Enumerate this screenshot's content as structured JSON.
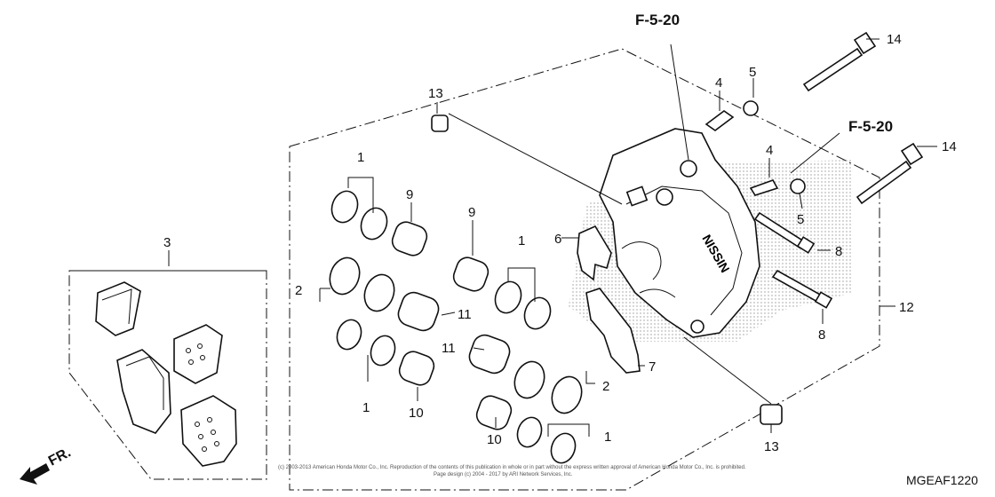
{
  "diagram": {
    "references": [
      "F-5-20",
      "F-5-20"
    ],
    "callouts": [
      "14",
      "14",
      "13",
      "13",
      "4",
      "4",
      "5",
      "5",
      "1",
      "1",
      "1",
      "1",
      "9",
      "9",
      "3",
      "2",
      "2",
      "11",
      "11",
      "10",
      "10",
      "6",
      "8",
      "8",
      "7",
      "12"
    ],
    "direction_label": "FR.",
    "diagram_code": "MGEAF1220",
    "copyright_line_1": "(c) 2003-2013 American Honda Motor Co., Inc. Reproduction of the contents of this publication in whole or in part without the express written approval of American Honda Motor Co., Inc. is prohibited.",
    "copyright_line_2": "Page design (c) 2004 - 2017 by ARI Network Services, Inc.",
    "caliper_brand": "NISSIN"
  }
}
